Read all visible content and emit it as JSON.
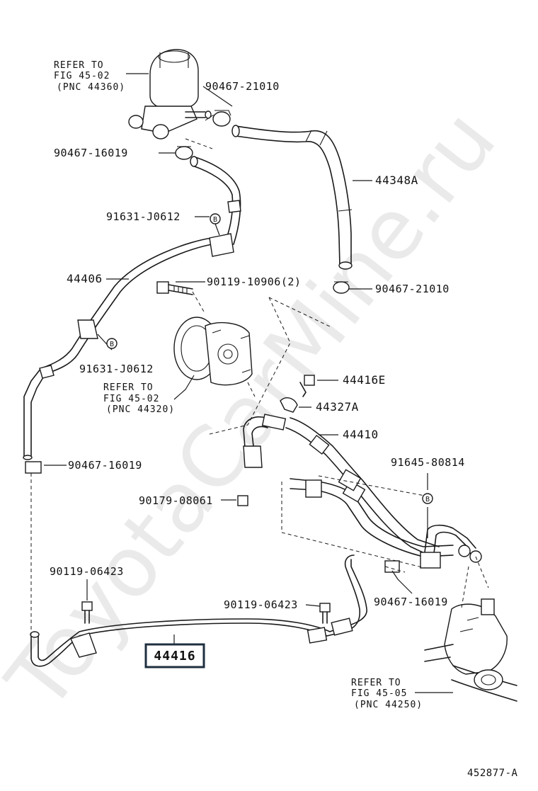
{
  "watermark": "ToyotaCarMine.ru",
  "refs": {
    "reservoir": [
      "REFER TO",
      "FIG 45-02",
      "(PNC 44360)"
    ],
    "pump": [
      "REFER TO",
      "FIG 45-02",
      "(PNC 44320)"
    ],
    "gear": [
      "REFER TO",
      "FIG 45-05",
      "(PNC 44250)"
    ]
  },
  "labels": {
    "clamp_21010_top": "90467-21010",
    "clamp_16019_top": "90467-16019",
    "hose_44348a": "44348A",
    "clamp_j0612_top": "91631-J0612",
    "tube_44406": "44406",
    "bolt_10906": "90119-10906(2)",
    "clamp_21010_mid": "90467-21010",
    "clamp_j0612_mid": "91631-J0612",
    "union_44416e": "44416E",
    "gasket_44327a": "44327A",
    "hose_44410": "44410",
    "clamp_16019_left": "90467-16019",
    "clamp_80814": "91645-80814",
    "nut_08061": "90179-08061",
    "bolt_06423_left": "90119-06423",
    "bolt_06423_mid": "90119-06423",
    "clamp_16019_right": "90467-16019",
    "tube_44416": "44416",
    "b_mark": "B",
    "diagram_id": "452877-A"
  }
}
